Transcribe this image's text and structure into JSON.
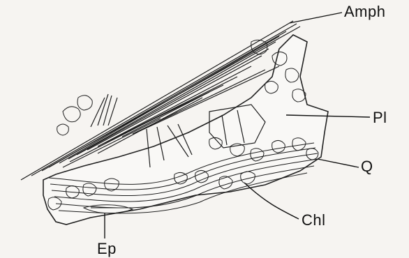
{
  "figure": {
    "labels": {
      "amph": "Amph",
      "pl": "Pl",
      "q": "Q",
      "chl": "Chl",
      "ep": "Ep"
    }
  }
}
